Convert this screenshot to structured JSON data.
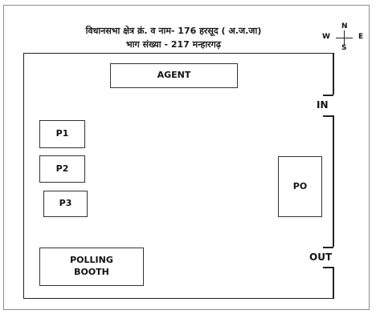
{
  "header": {
    "line1": "विधानसभा क्षेत्र क्रं. व नाम- 176 हरसूद ( अ.ज.जा)",
    "line2": "भाग संख्या - 217 मन्हारगढ़"
  },
  "compass": {
    "north": "N",
    "south": "S",
    "west": "W",
    "east": "E"
  },
  "labels": {
    "agent": "AGENT",
    "p1": "P1",
    "p2": "P2",
    "p3": "P3",
    "po": "PO",
    "polling_booth": "POLLING BOOTH",
    "in": "IN",
    "out": "OUT"
  }
}
